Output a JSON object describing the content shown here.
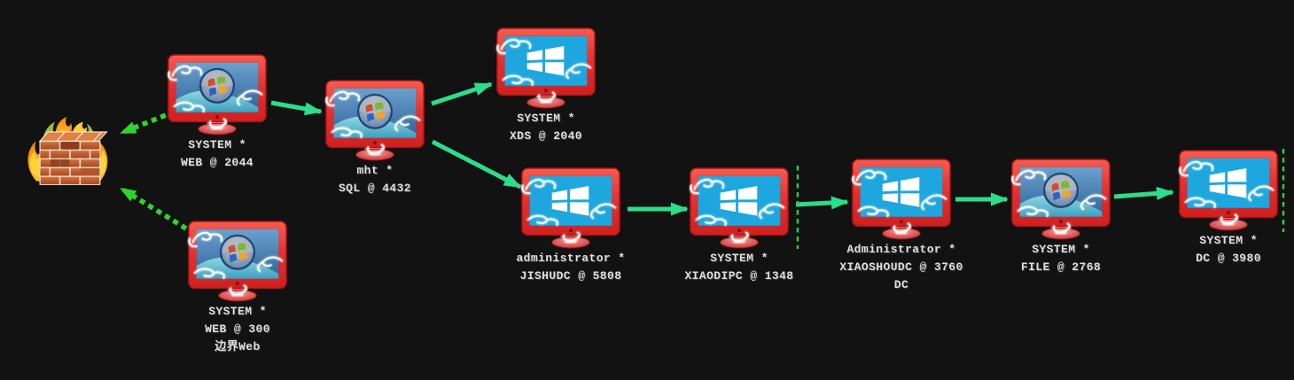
{
  "diagram_title": "attack-path-graph",
  "colors": {
    "background": "#121212",
    "solid_arrow": "#2CDD8C",
    "dotted_arrow": "#2FD52F",
    "boundary_line": "#27CE3A",
    "monitor_frame": "#E52E2E",
    "win8_screen": "#1EA7DF",
    "label_text": "#DEDEDE"
  },
  "nodes": {
    "firewall": {
      "name": "firewall"
    },
    "web2044": {
      "line1": "SYSTEM *",
      "line2": "WEB @ 2044"
    },
    "web300": {
      "line1": "SYSTEM *",
      "line2": "WEB @ 300",
      "line3": "边界Web"
    },
    "sql4432": {
      "line1": "mht *",
      "line2": "SQL @ 4432"
    },
    "xds2040": {
      "line1": "SYSTEM *",
      "line2": "XDS @ 2040"
    },
    "jishudc": {
      "line1": "administrator *",
      "line2": "JISHUDC @ 5808"
    },
    "xiaodipc": {
      "line1": "SYSTEM *",
      "line2": "XIAODIPC @ 1348"
    },
    "xiaoshoudc": {
      "line1": "Administrator *",
      "line2": "XIAOSHOUDC @ 3760",
      "line3": "DC"
    },
    "file2768": {
      "line1": "SYSTEM *",
      "line2": "FILE @ 2768"
    },
    "dc3980": {
      "line1": "SYSTEM *",
      "line2": "DC @ 3980"
    }
  },
  "edges": [
    {
      "from": "WEB @ 2044",
      "to": "firewall",
      "style": "dotted"
    },
    {
      "from": "WEB @ 300",
      "to": "firewall",
      "style": "dotted"
    },
    {
      "from": "WEB @ 2044",
      "to": "SQL @ 4432",
      "style": "solid"
    },
    {
      "from": "SQL @ 4432",
      "to": "XDS @ 2040",
      "style": "solid"
    },
    {
      "from": "SQL @ 4432",
      "to": "JISHUDC @ 5808",
      "style": "solid"
    },
    {
      "from": "JISHUDC @ 5808",
      "to": "XIAODIPC @ 1348",
      "style": "solid"
    },
    {
      "from": "XIAODIPC @ 1348",
      "to": "XIAOSHOUDC @ 3760",
      "style": "solid"
    },
    {
      "from": "XIAOSHOUDC @ 3760",
      "to": "FILE @ 2768",
      "style": "solid"
    },
    {
      "from": "FILE @ 2768",
      "to": "DC @ 3980",
      "style": "solid"
    }
  ],
  "boundaries": [
    {
      "between": "XIAODIPC @ 1348 | XIAOSHOUDC @ 3760"
    },
    {
      "between": "DC @ 3980 | right-edge"
    }
  ]
}
